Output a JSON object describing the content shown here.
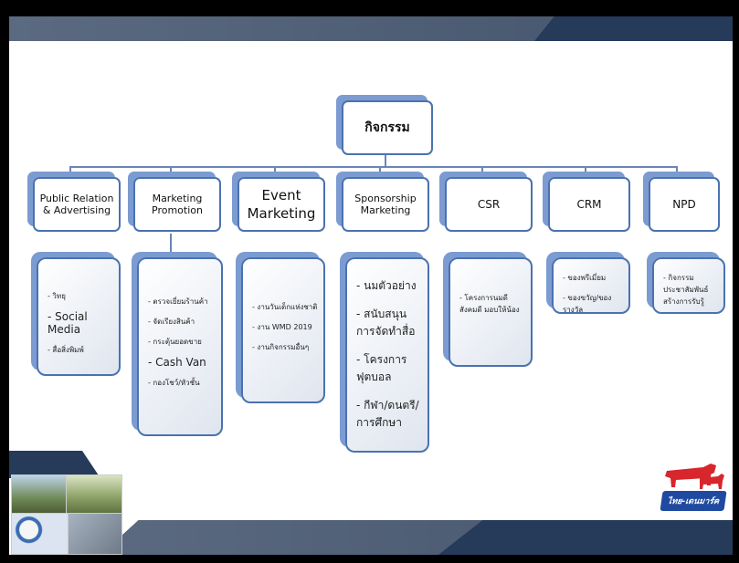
{
  "diagram": {
    "root": {
      "label": "กิจกรรม"
    },
    "categories": [
      {
        "label": "Public Relation\n& Advertising",
        "items": [
          "- วิทยุ",
          "- Social Media",
          "- สื่อสิ่งพิมพ์"
        ]
      },
      {
        "label": "Marketing\nPromotion",
        "items": [
          "- ตรวจเยี่ยมร้านค้า",
          "- จัดเรียงสินค้า",
          "- กระตุ้นยอดขาย",
          "- Cash Van",
          "- กองโชว์/หัวชั้น"
        ]
      },
      {
        "label": "Event\nMarketing",
        "items": [
          "- งานวันเด็กแห่งชาติ",
          "- งาน WMD 2019",
          "- งานกิจกรรมอื่นๆ"
        ]
      },
      {
        "label": "Sponsorship\nMarketing",
        "items": [
          "- นมตัวอย่าง",
          "- สนับสนุนการจัดทำสื่อ",
          "- โครงการฟุตบอล",
          "- กีฬา/ดนตรี/การศึกษา"
        ]
      },
      {
        "label": "CSR",
        "items": [
          "- โครงการนมดี สังคมดี มอบให้น้อง"
        ]
      },
      {
        "label": "CRM",
        "items": [
          "- ของพรีเมี่ยม",
          "- ของขวัญ/ของรางวัล"
        ]
      },
      {
        "label": "NPD",
        "items": [
          "- กิจกรรมประชาสัมพันธ์สร้างการรับรู้"
        ]
      }
    ]
  },
  "branding": {
    "logo_text": "ไทย-เดนมาร์ค"
  },
  "colors": {
    "navy": "#263a5a",
    "steel": "#5e6e84",
    "accent": "#4a72b0",
    "shadow": "#7b9bd1",
    "logo_red": "#d7262c",
    "logo_blue": "#1f4aa0"
  }
}
